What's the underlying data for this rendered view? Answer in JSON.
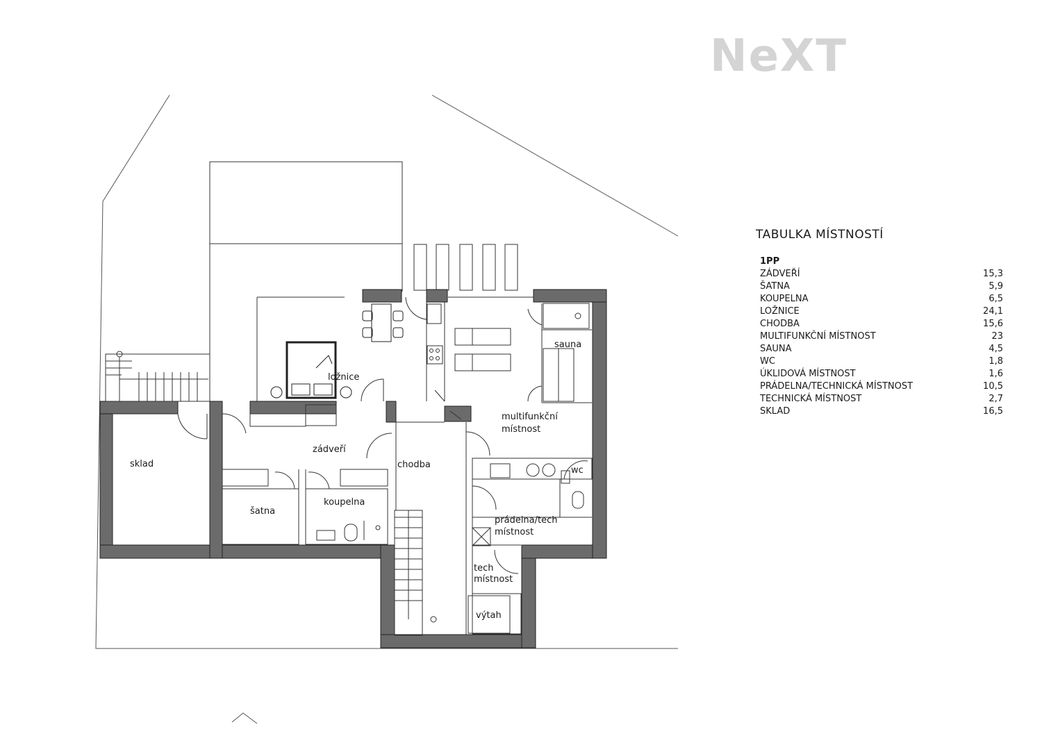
{
  "brand": {
    "logo_text": "NeXT"
  },
  "plan": {
    "rooms": {
      "loznice": "ložnice",
      "zadveri": "zádveří",
      "chodba": "chodba",
      "sklad": "sklad",
      "satna": "šatna",
      "koupelna": "koupelna",
      "multifunkcni_1": "multifunkční",
      "multifunkcni_2": "místnost",
      "sauna": "sauna",
      "wc": "wc",
      "pradelna_1": "prádelna/tech",
      "pradelna_2": "místnost",
      "tech_1": "tech",
      "tech_2": "místnost",
      "vytah": "výtah"
    }
  },
  "room_table": {
    "title": "TABULKA MÍSTNOSTÍ",
    "floor": "1PP",
    "rows": [
      {
        "name": "ZÁDVEŘÍ",
        "area": "15,3"
      },
      {
        "name": "ŠATNA",
        "area": "5,9"
      },
      {
        "name": "KOUPELNA",
        "area": "6,5"
      },
      {
        "name": "LOŽNICE",
        "area": "24,1"
      },
      {
        "name": "CHODBA",
        "area": "15,6"
      },
      {
        "name": "MULTIFUNKČNÍ MÍSTNOST",
        "area": "23"
      },
      {
        "name": "SAUNA",
        "area": "4,5"
      },
      {
        "name": "WC",
        "area": "1,8"
      },
      {
        "name": "ÚKLIDOVÁ MÍSTNOST",
        "area": "1,6"
      },
      {
        "name": "PRÁDELNA/TECHNICKÁ MÍSTNOST",
        "area": "10,5"
      },
      {
        "name": "TECHNICKÁ MÍSTNOST",
        "area": "2,7"
      },
      {
        "name": "SKLAD",
        "area": "16,5"
      }
    ]
  }
}
